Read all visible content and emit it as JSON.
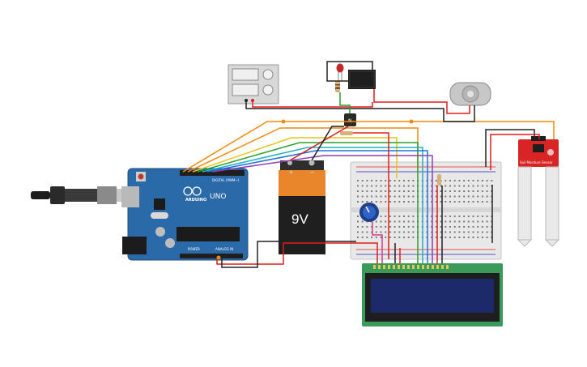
{
  "arduino": {
    "brand": "ARDUINO",
    "model": "UNO",
    "digital_header_label": "DIGITAL (PWM~)",
    "power_label": "POWER",
    "analog_label": "ANALOG IN"
  },
  "battery": {
    "label": "9V",
    "plus": "+",
    "minus": "−"
  },
  "transistor": {
    "label": "N"
  },
  "soil_sensor": {
    "label": "Soil Moisture Sensor"
  },
  "colors": {
    "arduino_board": "#2a6aa9",
    "breadboard": "#e8e8e8",
    "lcd_pcb": "#3a9a5a",
    "lcd_screen": "#1d2a6a",
    "battery_body": "#e9862b",
    "sensor_pcb": "#d82424",
    "wire_red": "#e11d1d",
    "wire_black": "#222222",
    "wire_orange": "#f08a0a",
    "wire_yellow": "#e8c418",
    "wire_green": "#2aa02a",
    "wire_blue": "#1e73d8",
    "wire_teal": "#23b0c4",
    "wire_purple": "#8e3fb5",
    "wire_pink": "#d83a8a"
  }
}
